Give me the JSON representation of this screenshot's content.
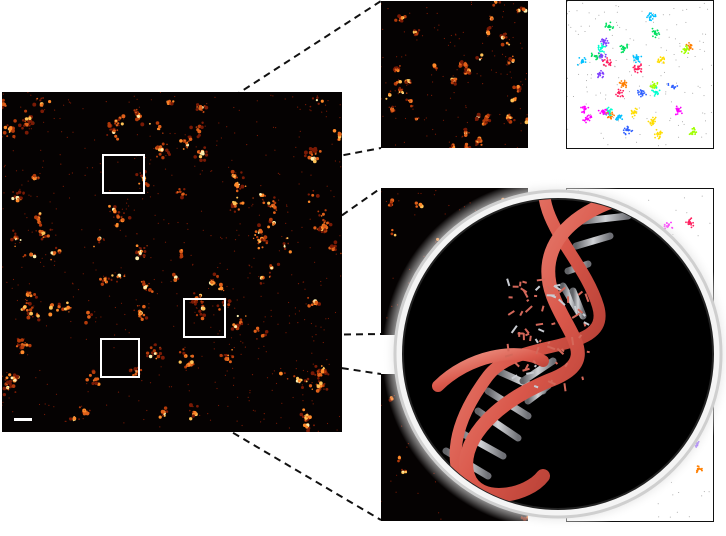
{
  "figure": {
    "overview": {
      "label": "overview-image",
      "roi_count": 3
    },
    "zoom_panels": [
      {
        "label": "zoom-1"
      },
      {
        "label": "zoom-2"
      },
      {
        "label": "zoom-3"
      }
    ],
    "cluster_panels": [
      {
        "label": "clusters-1"
      },
      {
        "label": "clusters-2"
      },
      {
        "label": "clusters-3"
      }
    ],
    "inset": {
      "label": "dna-helix-illustration"
    },
    "colors": {
      "background_dark": "#050202",
      "hot_orange": "#ff7a1a",
      "hot_yellow": "#ffe36b",
      "helix_red": "#e06a5a",
      "line_dash": "#111111"
    }
  }
}
